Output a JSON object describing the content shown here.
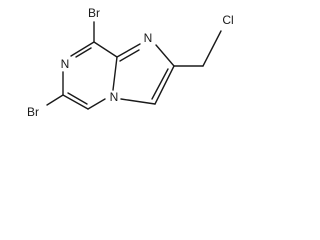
{
  "molecule": {
    "atoms": {
      "br_top": "Br",
      "br_bottom": "Br",
      "n_pyrazine": "N",
      "n_imidazole": "N",
      "n_bridgehead": "N",
      "cl": "Cl"
    }
  }
}
